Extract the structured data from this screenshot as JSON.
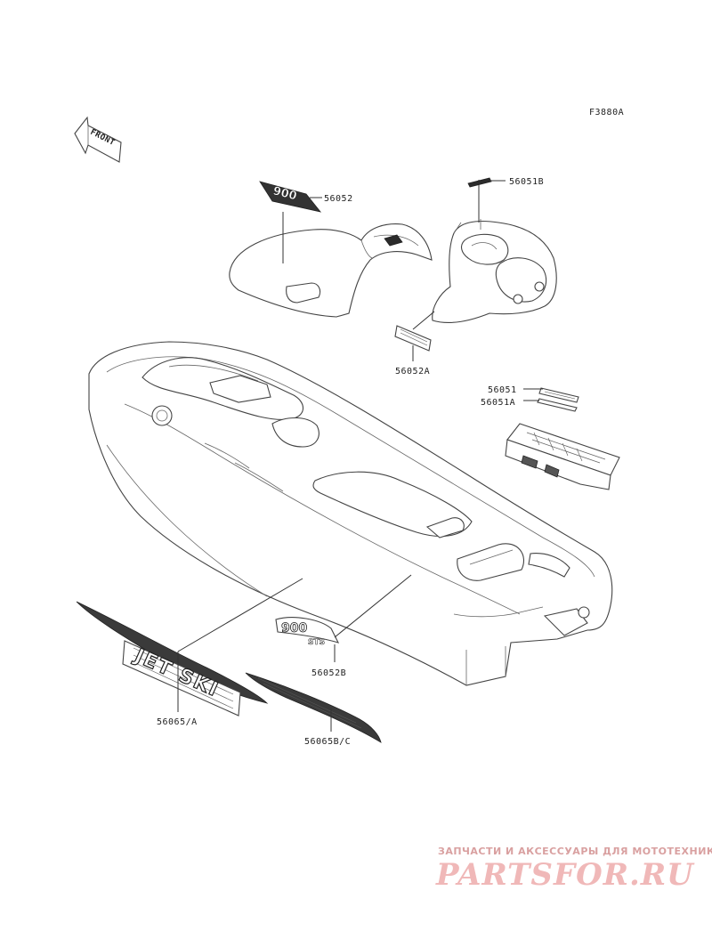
{
  "figure_code": "F3880A",
  "front_label": "FRONT",
  "callouts": {
    "p56052": "56052",
    "p56051B": "56051B",
    "p56052A": "56052A",
    "p56051": "56051",
    "p56051A": "56051A",
    "p56052B": "56052B",
    "p56065A": "56065/A",
    "p56065BC": "56065B/C"
  },
  "decals": {
    "model_badge": "900",
    "model_suffix": "STS",
    "hull_logo": "JET SKI"
  },
  "watermark": {
    "tagline": "ЗАПЧАСТИ И АКСЕССУАРЫ ДЛЯ МОТОТЕХНИКИ",
    "brand": "PARTSFOR.RU"
  }
}
